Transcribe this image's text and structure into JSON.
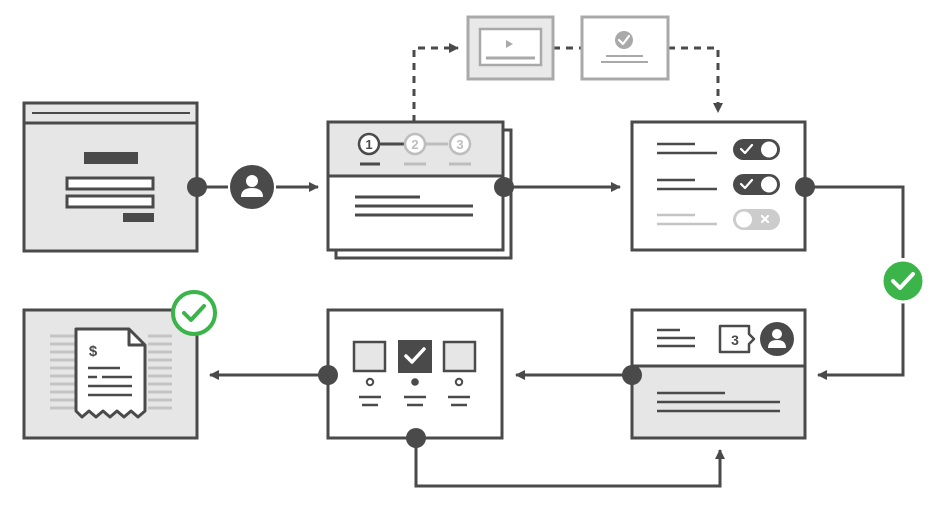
{
  "colors": {
    "stroke": "#4a4a4a",
    "panel_fill": "#e6e6e6",
    "white": "#ffffff",
    "faded_stroke": "#a9a9a9",
    "faded_line": "#c4c4c4",
    "success": "#3bb54a"
  },
  "wizard_steps": [
    "1",
    "2",
    "3"
  ],
  "notification_count": "3",
  "currency_symbol": "$",
  "icons": [
    "user-icon",
    "check-icon",
    "play-icon",
    "close-icon",
    "receipt-icon"
  ]
}
